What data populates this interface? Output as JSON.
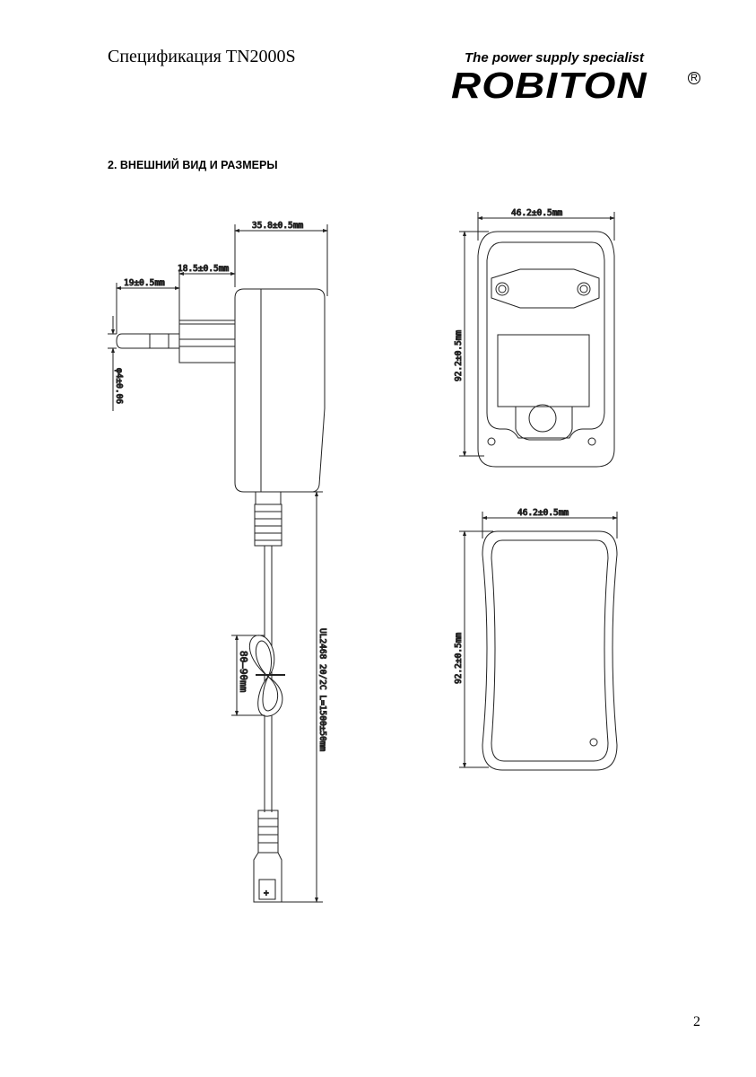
{
  "header": {
    "title": "Спецификация  TN2000S",
    "tagline": "The power supply specialist",
    "logo": "ROBITON",
    "registered": "R"
  },
  "section": {
    "heading": "2. ВНЕШНИЙ ВИД И РАЗМЕРЫ"
  },
  "drawing": {
    "side_view": {
      "body_depth": "35.8±0.5mm",
      "prong_base": "18.5±0.5mm",
      "pin_length": "19±0.5mm",
      "pin_diameter": "φ4±0.06",
      "coil_length": "80–90mm",
      "cable_spec": "UL2468 20/2C  L=1500±50mm",
      "plug_polarity": "+"
    },
    "front_view": {
      "width": "46.2±0.5mm",
      "height": "92.2±0.5mm"
    },
    "back_view": {
      "width": "46.2±0.5mm",
      "height": "92.2±0.5mm"
    }
  },
  "footer": {
    "page_number": "2"
  }
}
